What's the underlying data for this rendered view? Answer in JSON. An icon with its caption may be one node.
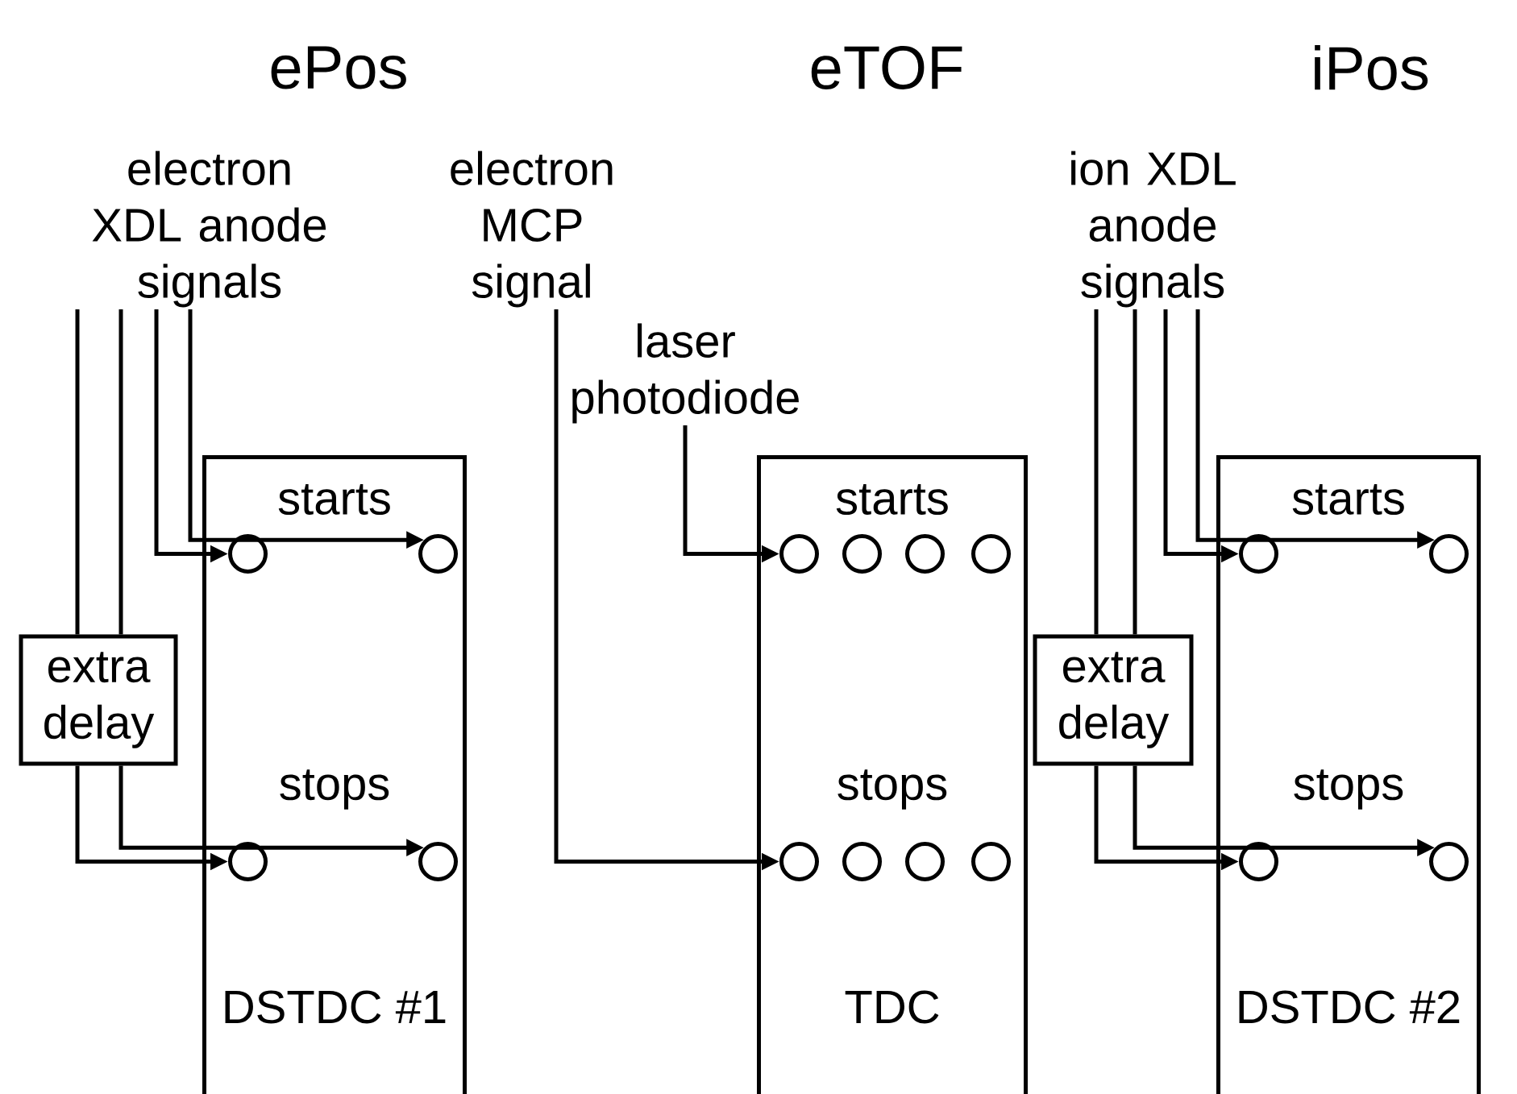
{
  "diagram": {
    "nodes": [
      {
        "text": [
          "starts",
          "stops",
          "DSTDC #1"
        ]
      },
      {
        "text": [],
        "shape": "circle",
        "in": 0
      },
      {
        "text": [],
        "shape": "circle",
        "in": 0
      },
      {
        "text": [],
        "shape": "circle",
        "in": 0
      },
      {
        "text": [],
        "shape": "circle",
        "in": 0
      },
      {
        "text": [
          "electron XDL anode signals"
        ]
      },
      {
        "text": [
          "extra delay"
        ]
      },
      {
        "text": [
          "starts",
          "stops",
          "TDC"
        ]
      },
      {
        "text": [],
        "shape": "circle",
        "in": 7
      },
      {
        "text": [],
        "shape": "circle",
        "in": 7
      },
      {
        "text": [],
        "shape": "circle",
        "in": 7
      },
      {
        "text": [],
        "shape": "circle",
        "in": 7
      },
      {
        "text": [],
        "shape": "circle",
        "in": 7
      },
      {
        "text": [],
        "shape": "circle",
        "in": 7
      },
      {
        "text": [],
        "shape": "circle",
        "in": 7
      },
      {
        "text": [],
        "shape": "circle",
        "in": 7
      },
      {
        "text": [
          "electron MCP signal"
        ]
      },
      {
        "text": [
          "laser photodiode"
        ]
      },
      {
        "text": [
          "starts",
          "stops",
          "DSTDC #2"
        ]
      },
      {
        "text": [],
        "shape": "circle",
        "in": 18
      },
      {
        "text": [],
        "shape": "circle",
        "in": 18
      },
      {
        "text": [],
        "shape": "circle",
        "in": 18
      },
      {
        "text": [],
        "shape": "circle",
        "in": 18
      },
      {
        "text": [
          "ion XDL anode signals"
        ]
      },
      {
        "text": [
          "extra delay"
        ]
      }
    ],
    "edges": [
      {
        "from": 5,
        "to": 6,
        "arrow": "none"
      },
      {
        "from": 5,
        "to": 6,
        "arrow": "none"
      },
      {
        "from": 5,
        "to": 1,
        "arrow": "to"
      },
      {
        "from": 5,
        "to": 2,
        "arrow": "to"
      },
      {
        "from": 6,
        "to": 3,
        "arrow": "to"
      },
      {
        "from": 6,
        "to": 4,
        "arrow": "to"
      },
      {
        "from": 17,
        "to": 8,
        "arrow": "to"
      },
      {
        "from": 16,
        "to": 12,
        "arrow": "to"
      },
      {
        "from": 23,
        "to": 24,
        "arrow": "none"
      },
      {
        "from": 23,
        "to": 24,
        "arrow": "none"
      },
      {
        "from": 23,
        "to": 19,
        "arrow": "to"
      },
      {
        "from": 23,
        "to": 20,
        "arrow": "to"
      },
      {
        "from": 24,
        "to": 21,
        "arrow": "to"
      },
      {
        "from": 24,
        "to": 22,
        "arrow": "to"
      }
    ],
    "labels": [
      "ePos",
      "eTOF",
      "iPos"
    ]
  }
}
